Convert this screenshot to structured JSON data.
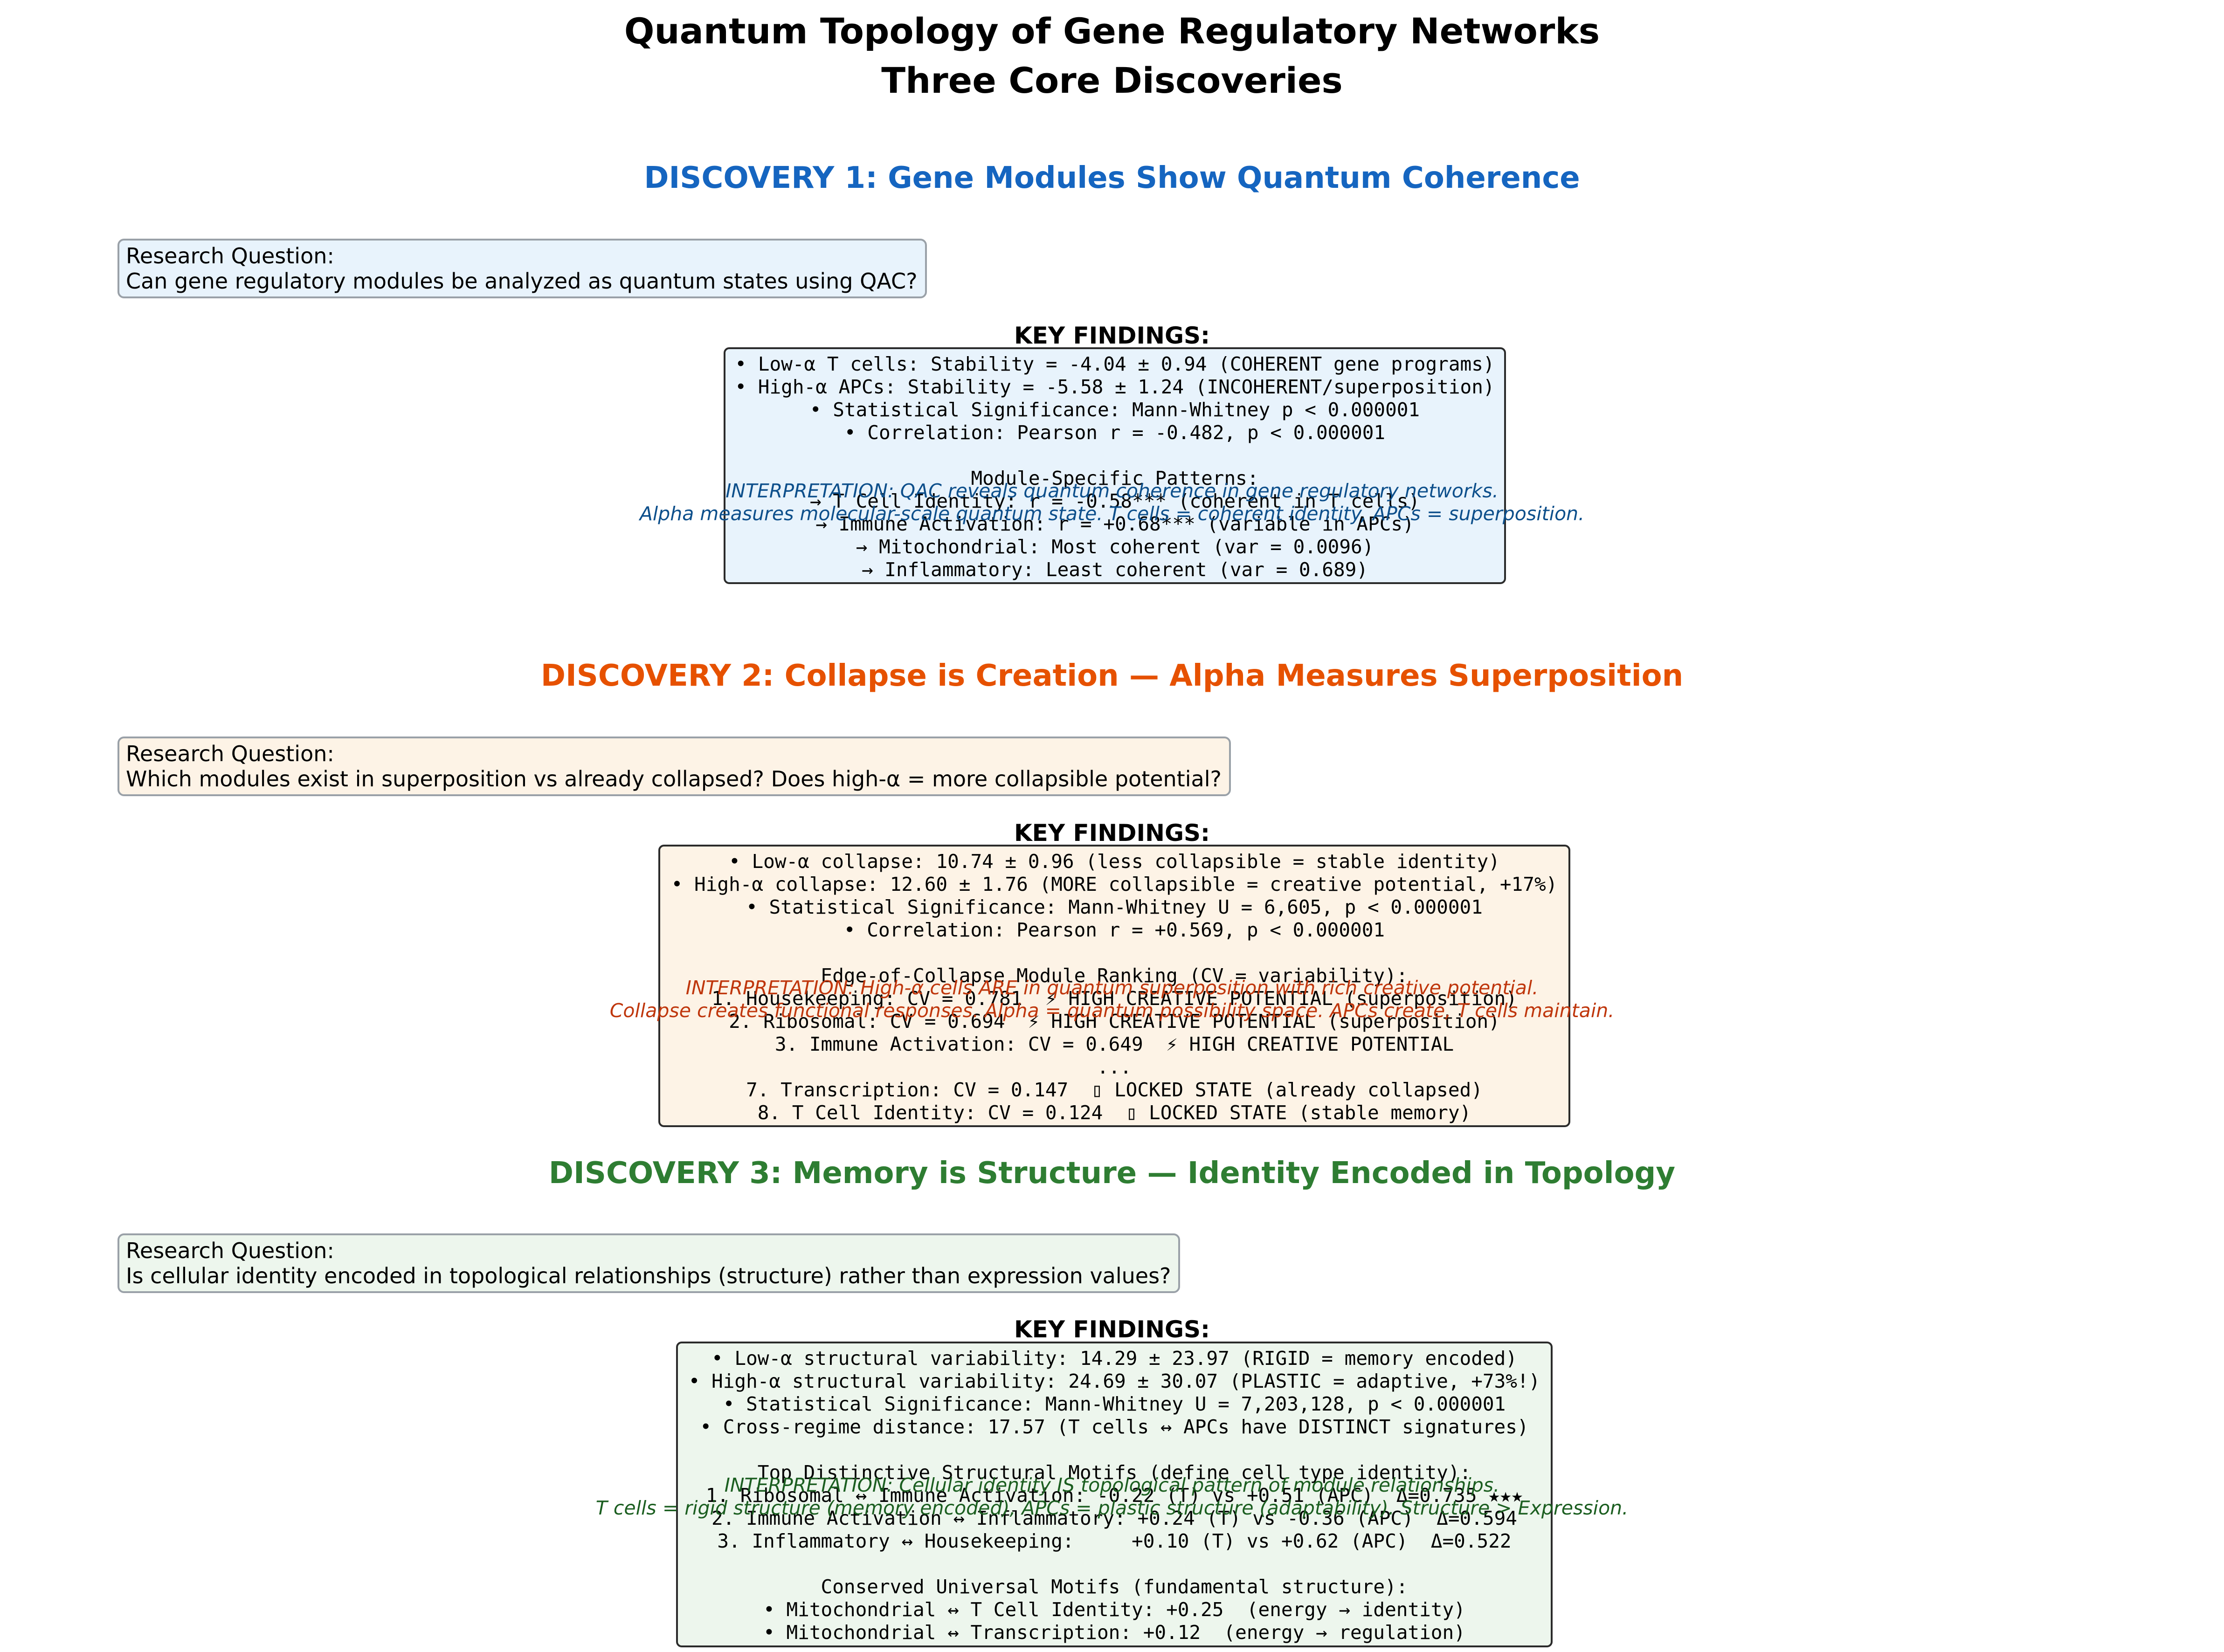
{
  "title": {
    "line1": "Quantum Topology of Gene Regulatory Networks",
    "line2": "Three Core Discoveries"
  },
  "colors": {
    "d1": "#1565c0",
    "d1_bg": "#e8f3fc",
    "d1_interp": "#0d4f8b",
    "d2": "#e65100",
    "d2_bg": "#fdf3e6",
    "d2_interp": "#bf360c",
    "d3": "#2e7d32",
    "d3_bg": "#edf6ed",
    "d3_interp": "#1b5e20"
  },
  "discoveries": [
    {
      "title": "DISCOVERY 1: Gene Modules Show Quantum Coherence",
      "rq_label": "Research Question:",
      "rq_text": "Can gene regulatory modules be analyzed as quantum states using QAC?",
      "kf_label": "KEY FINDINGS:",
      "findings": [
        "• Low-α T cells: Stability = -4.04 ± 0.94 (COHERENT gene programs)",
        "• High-α APCs: Stability = -5.58 ± 1.24 (INCOHERENT/superposition)",
        "• Statistical Significance: Mann-Whitney p < 0.000001",
        "• Correlation: Pearson r = -0.482, p < 0.000001",
        "",
        "Module-Specific Patterns:",
        "→ T Cell Identity: r = -0.58*** (coherent in T cells)",
        "→ Immune Activation: r = +0.68*** (variable in APCs)",
        "→ Mitochondrial: Most coherent (var = 0.0096)",
        "→ Inflammatory: Least coherent (var = 0.689)"
      ],
      "interpretation_1": "INTERPRETATION: QAC reveals quantum coherence in gene regulatory networks.",
      "interpretation_2": "Alpha measures molecular-scale quantum state. T cells = coherent identity, APCs = superposition."
    },
    {
      "title": "DISCOVERY 2: Collapse is Creation — Alpha Measures Superposition",
      "rq_label": "Research Question:",
      "rq_text": "Which modules exist in superposition vs already collapsed? Does high-α = more collapsible potential?",
      "kf_label": "KEY FINDINGS:",
      "findings": [
        "• Low-α collapse: 10.74 ± 0.96 (less collapsible = stable identity)",
        "• High-α collapse: 12.60 ± 1.76 (MORE collapsible = creative potential, +17%)",
        "• Statistical Significance: Mann-Whitney U = 6,605, p < 0.000001",
        "• Correlation: Pearson r = +0.569, p < 0.000001",
        "",
        "Edge-of-Collapse Module Ranking (CV = variability):",
        "1. Housekeeping: CV = 0.781  ⚡ HIGH CREATIVE POTENTIAL (superposition)",
        "2. Ribosomal: CV = 0.694  ⚡ HIGH CREATIVE POTENTIAL (superposition)",
        "3. Immune Activation: CV = 0.649  ⚡ HIGH CREATIVE POTENTIAL",
        "...",
        "7. Transcription: CV = 0.147  ▯ LOCKED STATE (already collapsed)",
        "8. T Cell Identity: CV = 0.124  ▯ LOCKED STATE (stable memory)"
      ],
      "interpretation_1": "INTERPRETATION: High-α cells ARE in quantum superposition with rich creative potential.",
      "interpretation_2": "Collapse creates functional responses. Alpha = quantum possibility space. APCs create, T cells maintain."
    },
    {
      "title": "DISCOVERY 3: Memory is Structure — Identity Encoded in Topology",
      "rq_label": "Research Question:",
      "rq_text": "Is cellular identity encoded in topological relationships (structure) rather than expression values?",
      "kf_label": "KEY FINDINGS:",
      "findings": [
        "• Low-α structural variability: 14.29 ± 23.97 (RIGID = memory encoded)",
        "• High-α structural variability: 24.69 ± 30.07 (PLASTIC = adaptive, +73%!)",
        "• Statistical Significance: Mann-Whitney U = 7,203,128, p < 0.000001",
        "• Cross-regime distance: 17.57 (T cells ↔ APCs have DISTINCT signatures)",
        "",
        "Top Distinctive Structural Motifs (define cell type identity):",
        "1. Ribosomal ↔ Immune Activation: -0.22 (T) vs +0.51 (APC)  Δ=0.735 ★★★",
        "2. Immune Activation ↔ Inflammatory: +0.24 (T) vs -0.36 (APC)  Δ=0.594",
        "3. Inflammatory ↔ Housekeeping:     +0.10 (T) vs +0.62 (APC)  Δ=0.522",
        "",
        "Conserved Universal Motifs (fundamental structure):",
        "• Mitochondrial ↔ T Cell Identity: +0.25  (energy → identity)",
        "• Mitochondrial ↔ Transcription: +0.12  (energy → regulation)"
      ],
      "interpretation_1": "INTERPRETATION: Cellular identity IS topological pattern of module relationships.",
      "interpretation_2": "T cells = rigid structure (memory encoded), APCs = plastic structure (adaptability). Structure > Expression."
    }
  ]
}
